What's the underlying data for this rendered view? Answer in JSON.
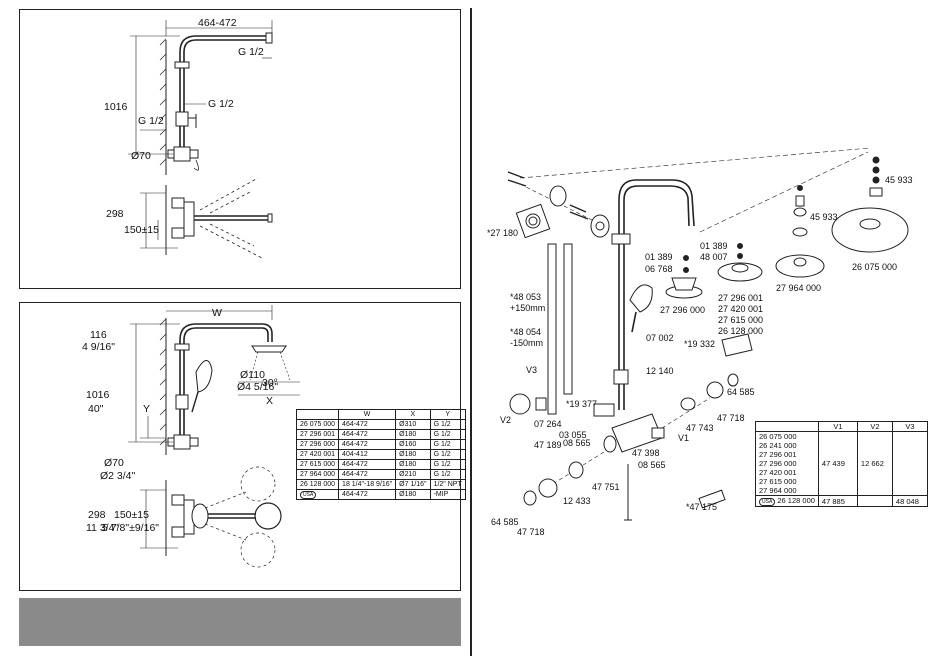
{
  "top_panel": {
    "dim_width": "464-472",
    "dim_height": "1016",
    "thread_top": "G 1/2",
    "thread_mid": "G 1/2",
    "thread_side": "G 1/2",
    "dim_diameter": "Ø70",
    "dim_298": "298",
    "dim_150": "150±15"
  },
  "mid_panel": {
    "dim_w": "W",
    "dim_116": "116",
    "dim_116_in": "4 9/16\"",
    "dim_1016": "1016",
    "dim_40": "40\"",
    "dim_y": "Y",
    "dim_x": "X",
    "dim_d110": "Ø110",
    "dim_d110_in": "Ø4 5/16\"",
    "dim_30": "30°",
    "dim_d70": "Ø70",
    "dim_d70_in": "Ø2 3/4\"",
    "dim_298": "298",
    "dim_298_in": "11 3/4\"",
    "dim_150": "150±15",
    "dim_150_in": "5 7/8\"±9/16\""
  },
  "model_table": {
    "headers": [
      "",
      "W",
      "X",
      "Y"
    ],
    "rows": [
      [
        "26 075 000",
        "464-472",
        "Ø310",
        "G 1/2"
      ],
      [
        "27 296 001",
        "464-472",
        "Ø180",
        "G 1/2"
      ],
      [
        "27 296 000",
        "464-472",
        "Ø160",
        "G 1/2"
      ],
      [
        "27 420 001",
        "404-412",
        "Ø180",
        "G 1/2"
      ],
      [
        "27 615 000",
        "464-472",
        "Ø180",
        "G 1/2"
      ],
      [
        "27 964 000",
        "464-472",
        "Ø210",
        "G 1/2"
      ],
      [
        "26 128 000",
        "18 1/4\"-18 9/16\"",
        "Ø7 1/16\"",
        "1/2\" NPT"
      ],
      [
        "USA",
        "464-472",
        "Ø180",
        "-MIP"
      ]
    ]
  },
  "parts": {
    "p27180": "*27 180",
    "p48053": "*48 053",
    "p48053b": "+150mm",
    "p48054": "*48 054",
    "p48054b": "-150mm",
    "p01389a": "01 389",
    "p06768": "06 768",
    "p01389b": "01 389",
    "p48007": "48 007",
    "p27296000": "27 296 000",
    "p27296001": "27 296 001",
    "p27420001": "27 420 001",
    "p27615000": "27 615 000",
    "p26128000": "26 128 000",
    "p27964000": "27 964 000",
    "p45933a": "45 933",
    "p45933b": "45 933",
    "p26075000": "26 075 000",
    "p07002": "07 002",
    "p19332": "*19 332",
    "p12140": "12 140",
    "pV3": "V3",
    "pV2": "V2",
    "p19377": "*19 377",
    "p07264": "07 264",
    "p03055": "03 055",
    "p47189": "47 189",
    "p08565a": "08 565",
    "pV1": "V1",
    "p47743": "47 743",
    "p64585a": "64 585",
    "p47718a": "47 718",
    "p47398": "47 398",
    "p08565b": "08 565",
    "p47751": "47 751",
    "p12433": "12 433",
    "p64585b": "64 585",
    "p47718b": "47 718",
    "p47175": "*47 175"
  },
  "variant_table": {
    "headers": [
      "",
      "V1",
      "V2",
      "V3"
    ],
    "models": [
      "26 075 000",
      "26 241 000",
      "27 296 001",
      "27 296 000",
      "27 420 001",
      "27 615 000",
      "27 964 000"
    ],
    "v1": "47 439",
    "v2": "12 662",
    "usa_label": "USA",
    "usa_model": "26 128 000",
    "usa_v1": "47 885",
    "usa_v3": "48 048"
  }
}
